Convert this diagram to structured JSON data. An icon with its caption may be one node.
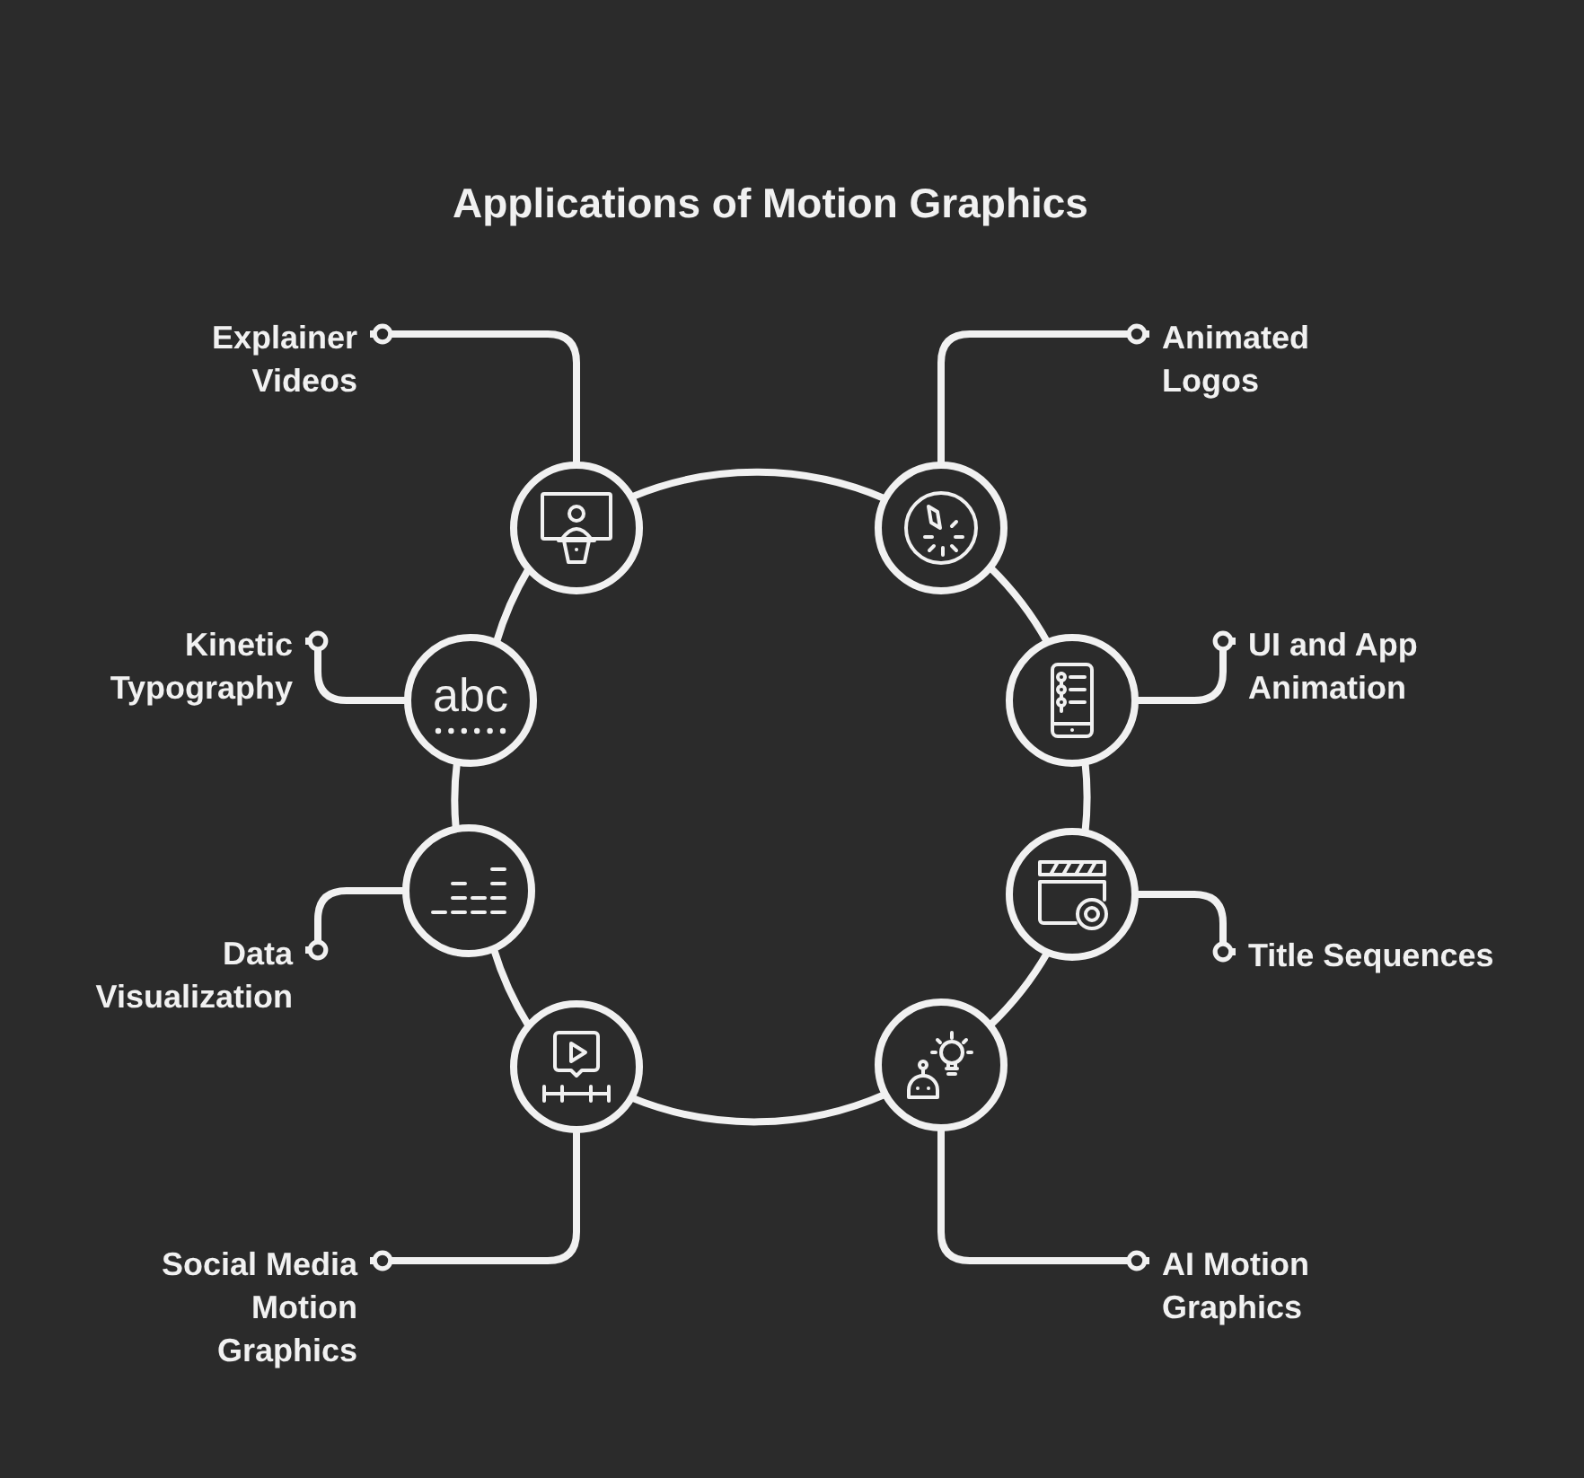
{
  "diagram": {
    "title": "Applications of Motion Graphics",
    "nodes": [
      {
        "text": [
          "Explainer Videos"
        ]
      },
      {
        "text": [],
        "shape": "circle"
      },
      {
        "text": [
          "Animated Logos"
        ]
      },
      {
        "text": [],
        "shape": "circle"
      },
      {
        "text": [
          "Kinetic Typography"
        ]
      },
      {
        "text": [
          "abc"
        ]
      },
      {
        "text": [
          "UI and App Animation"
        ]
      },
      {
        "text": [],
        "shape": "circle"
      },
      {
        "text": [
          "Data Visualization"
        ]
      },
      {
        "text": [],
        "shape": "circle"
      },
      {
        "text": [
          "Title Sequences"
        ]
      },
      {
        "text": [],
        "shape": "circle"
      },
      {
        "text": [
          "Social Media Motion Graphics"
        ]
      },
      {
        "text": [],
        "shape": "circle"
      },
      {
        "text": [
          "AI Motion Graphics"
        ]
      },
      {
        "text": [],
        "shape": "circle"
      }
    ],
    "edges": [
      {
        "from": 1,
        "to": 3,
        "arrow": "none"
      },
      {
        "from": 3,
        "to": 7,
        "arrow": "none"
      },
      {
        "from": 7,
        "to": 11,
        "arrow": "none"
      },
      {
        "from": 11,
        "to": 15,
        "arrow": "none"
      },
      {
        "from": 15,
        "to": 13,
        "arrow": "none"
      },
      {
        "from": 13,
        "to": 9,
        "arrow": "none"
      },
      {
        "from": 9,
        "to": 5,
        "arrow": "none"
      },
      {
        "from": 5,
        "to": 1,
        "arrow": "none"
      },
      {
        "from": 1,
        "to": 0,
        "arrow": "other"
      },
      {
        "from": 3,
        "to": 2,
        "arrow": "other"
      },
      {
        "from": 5,
        "to": 4,
        "arrow": "other"
      },
      {
        "from": 7,
        "to": 6,
        "arrow": "other"
      },
      {
        "from": 9,
        "to": 8,
        "arrow": "other"
      },
      {
        "from": 11,
        "to": 10,
        "arrow": "other"
      },
      {
        "from": 13,
        "to": 12,
        "arrow": "other"
      },
      {
        "from": 15,
        "to": 14,
        "arrow": "other"
      }
    ]
  }
}
